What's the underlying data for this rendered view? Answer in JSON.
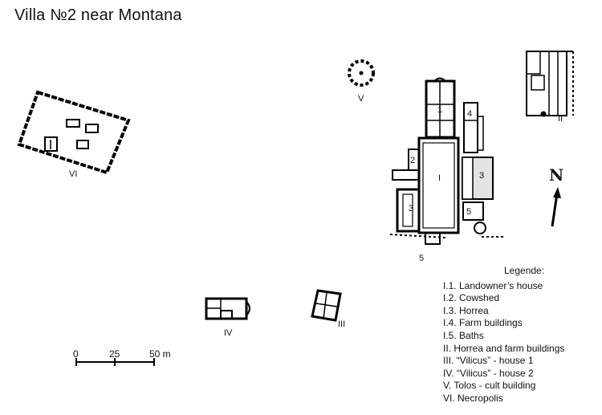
{
  "title": "Villa №2 near Montana",
  "legend": {
    "heading": "Legende:",
    "items": [
      "I.1. Landowner’s house",
      "I.2. Cowshed",
      "I.3. Horrea",
      "I.4. Farm buildings",
      "I.5. Baths",
      "II. Horrea and farm buildings",
      "III. “Vilicus” - house 1",
      "IV. “Vilicus” - house 2",
      "V.  Tolos - cult building",
      "VI. Necropolis"
    ]
  },
  "labels": {
    "vi": "VI",
    "v": "V",
    "ii": "II",
    "iii": "III",
    "iv": "IV",
    "main_i": "I",
    "n1": "1",
    "n2": "2",
    "n3a": "3",
    "n3b": "3",
    "n4": "4",
    "n5a": "5",
    "n5b": "5"
  },
  "scale": {
    "ticks": [
      "0",
      "25",
      "50 m"
    ]
  },
  "north": "N"
}
